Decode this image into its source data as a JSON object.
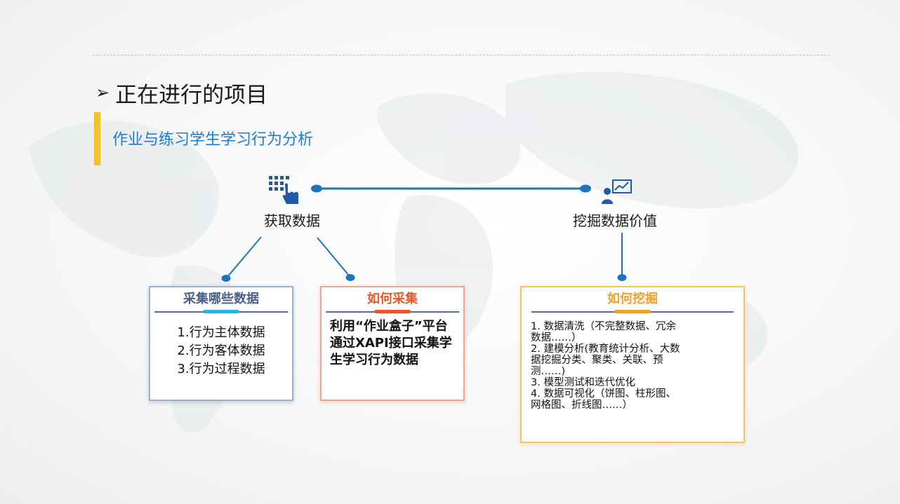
{
  "header": {
    "bullet": "➢",
    "title": "正在进行的项目",
    "subtitle": "作业与练习学生学习行为分析"
  },
  "nodes": {
    "acquire": {
      "label": "获取数据",
      "icon": "touch-grid-icon"
    },
    "mine": {
      "label": "挖掘数据价值",
      "icon": "analyst-chart-icon"
    }
  },
  "cards": {
    "collect_what": {
      "title": "采集哪些数据",
      "items": [
        "1.行为主体数据",
        "2.行为客体数据",
        "3.行为过程数据"
      ]
    },
    "how_collect": {
      "title": "如何采集",
      "body": "利用“作业盒子”平台通过XAPI接口采集学生学习行为数据"
    },
    "how_mine": {
      "title": "如何挖掘",
      "items": [
        "1. 数据清洗（不完整数据、冗余",
        "数据……）",
        "2. 建模分析(教育统计分析、大数",
        "据挖掘分类、聚类、关联、预",
        "测……)",
        "3. 模型测试和迭代优化",
        "4. 数据可视化（饼图、柱形图、",
        "网格图、折线图……）"
      ]
    }
  },
  "colors": {
    "accent_yellow": "#f2c12e",
    "connector_blue": "#1e73be",
    "subtitle_blue": "#1e7bd0",
    "card_blue_title": "#4a5f86",
    "card_orange_title": "#e8582b",
    "card_gold_title": "#f0a12c"
  }
}
